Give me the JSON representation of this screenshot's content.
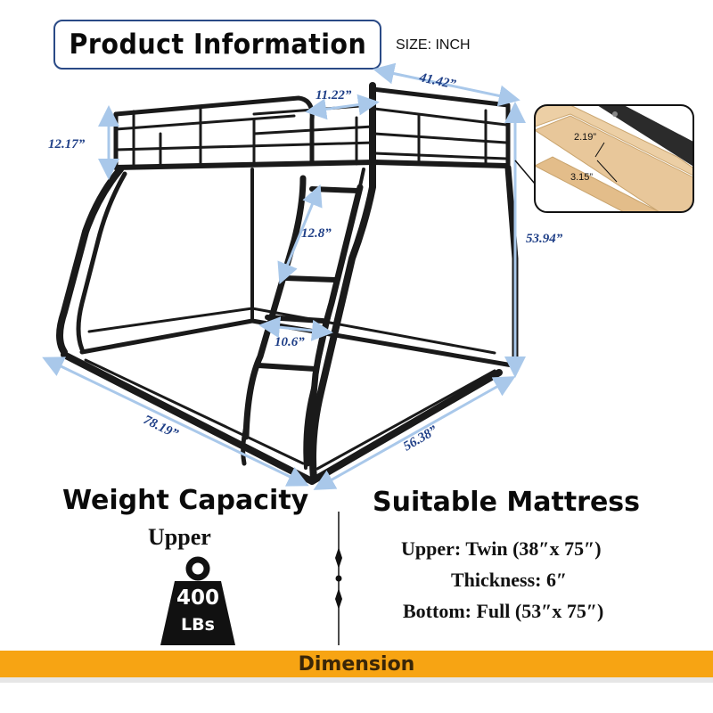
{
  "header": {
    "title": "Product Information",
    "size_label": "SIZE: INCH"
  },
  "dimensions": {
    "top_width": "41.42”",
    "rail_gap": "11.22”",
    "rail_height": "12.17”",
    "total_height": "53.94”",
    "ladder_rung_spacing": "12.8”",
    "ladder_width": "10.6”",
    "length": "78.19”",
    "base_width": "56.38”"
  },
  "slat_detail": {
    "slat_width": "2.19”",
    "slat_gap": "3.15”"
  },
  "weight": {
    "heading": "Weight Capacity",
    "position": "Upper",
    "value": "400",
    "unit": "LBs"
  },
  "mattress": {
    "heading": "Suitable Mattress",
    "upper": "Upper: Twin (38″x 75″)",
    "thickness": "Thickness: 6″",
    "bottom": "Bottom: Full (53″x 75″)"
  },
  "footer": {
    "label": "Dimension"
  },
  "colors": {
    "frame": "#1a1a1a",
    "dimension_line": "#a9c8ea",
    "dimension_text": "#1f3f87",
    "band": "#f7a413",
    "title_border": "#2a4a86",
    "wood": "#e8c79a"
  },
  "icons": [
    "kettlebell-weight-icon",
    "ornamental-divider-icon"
  ]
}
